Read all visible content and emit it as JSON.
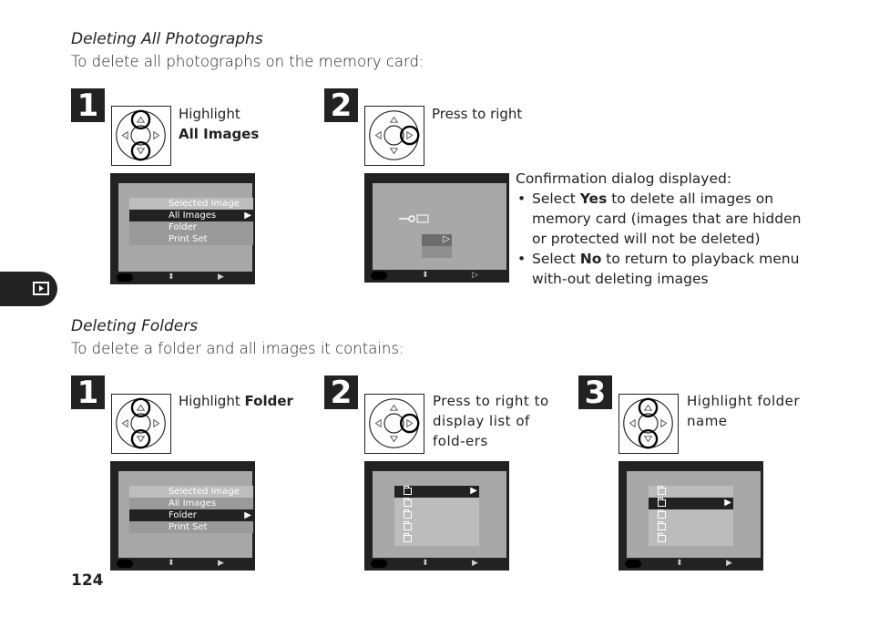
{
  "section1": {
    "heading": "Deleting All Photographs",
    "intro": "To delete all photographs on the memory card:",
    "step1": {
      "number": "1",
      "caption_line1": "Highlight",
      "caption_bold": "All Images"
    },
    "step2": {
      "number": "2",
      "caption": "Press to right"
    },
    "menu": {
      "items": [
        "Selected Image",
        "All Images",
        "Folder",
        "Print Set"
      ],
      "selected_index": 1
    },
    "dialog": {
      "title": "Confirmation dialog displayed:",
      "bullet1_pre": "Select ",
      "bullet1_bold": "Yes",
      "bullet1_post": " to delete all images on memory card (images that are hidden or protected will not be deleted)",
      "bullet2_pre": "Select ",
      "bullet2_bold": "No",
      "bullet2_post": " to return to playback menu with-out deleting images"
    }
  },
  "section2": {
    "heading": "Deleting Folders",
    "intro": "To delete a folder and all images it contains:",
    "step1": {
      "number": "1",
      "caption_pre": "Highlight ",
      "caption_bold": "Folder"
    },
    "step2": {
      "number": "2",
      "caption": "Press to right to display list of fold-ers"
    },
    "step3": {
      "number": "3",
      "caption": "Highlight folder name"
    },
    "menu": {
      "items": [
        "Selected Image",
        "All Images",
        "Folder",
        "Print Set"
      ],
      "selected_index": 2
    }
  },
  "page_number": "124",
  "icons": {
    "sidebar": "playback-icon"
  }
}
